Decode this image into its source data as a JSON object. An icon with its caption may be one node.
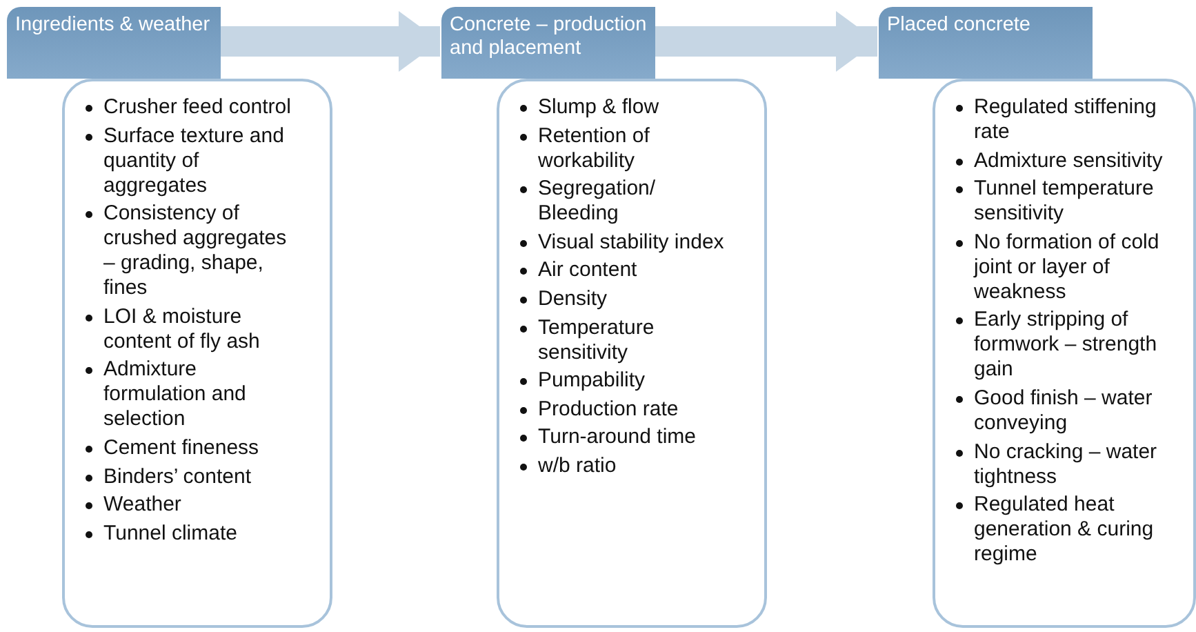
{
  "diagram": {
    "nodes": [
      {
        "text": [
          "Ingredients & weather"
        ]
      },
      {
        "text": [
          "Crusher feed control",
          "Surface texture and quantity of aggregates",
          "Consistency of crushed aggregates – grading, shape, fines",
          "LOI & moisture content of fly ash",
          "Admixture formulation and selection",
          "Cement fineness",
          "Binders’ content",
          "Weather",
          "Tunnel climate"
        ]
      },
      {
        "text": [
          "Concrete – production and placement"
        ]
      },
      {
        "text": [
          "Slump & flow",
          "Retention of workability",
          "Segregation/ Bleeding",
          "Visual stability index",
          "Air content",
          "Density",
          "Temperature sensitivity",
          "Pumpability",
          "Production rate",
          "Turn-around time",
          "w/b ratio"
        ]
      },
      {
        "text": [
          "Placed concrete"
        ]
      },
      {
        "text": [
          "Regulated stiffening rate",
          "Admixture sensitivity",
          "Tunnel temperature sensitivity",
          "No formation of cold joint or layer of weakness",
          "Early stripping of formwork – strength gain",
          "Good finish – water conveying",
          "No cracking – water tightness",
          "Regulated heat generation & curing regime"
        ]
      }
    ],
    "edges": [
      {
        "from": 0,
        "to": 2,
        "arrow": "to"
      },
      {
        "from": 2,
        "to": 4,
        "arrow": "to"
      }
    ]
  }
}
